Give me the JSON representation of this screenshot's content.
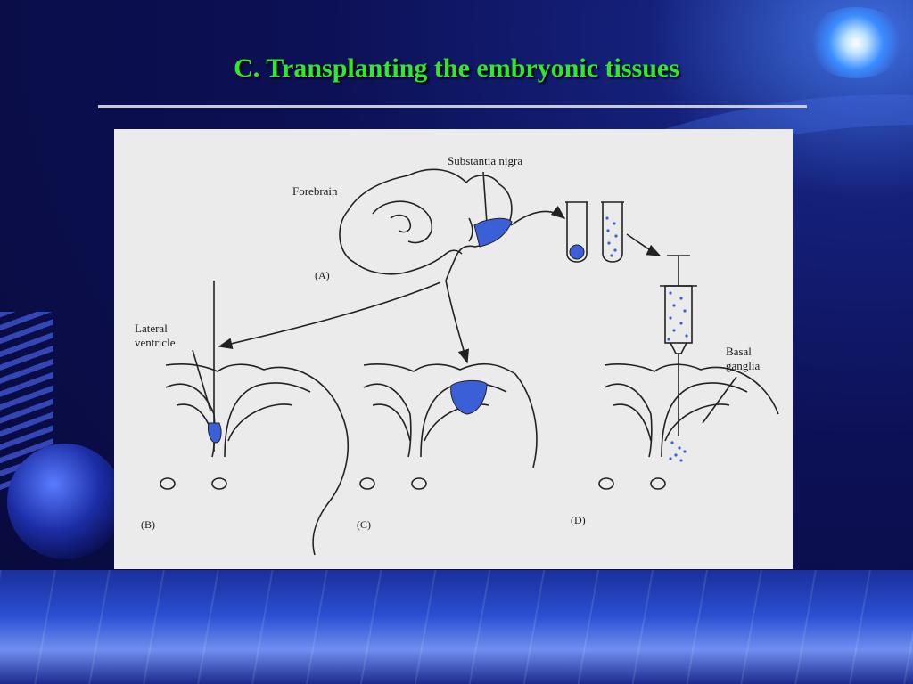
{
  "slide": {
    "title": "C. Transplanting the embryonic tissues"
  },
  "figure": {
    "labels": {
      "substantia_nigra": "Substantia nigra",
      "forebrain": "Forebrain",
      "lateral": "Lateral",
      "ventricle": "ventricle",
      "basal": "Basal",
      "ganglia": "ganglia"
    },
    "panels": {
      "a": "(A)",
      "b": "(B)",
      "c": "(C)",
      "d": "(D)"
    }
  },
  "colors": {
    "title": "#33e62e",
    "tissue_blue": "#3b5fd6",
    "background": "#0c1055"
  }
}
